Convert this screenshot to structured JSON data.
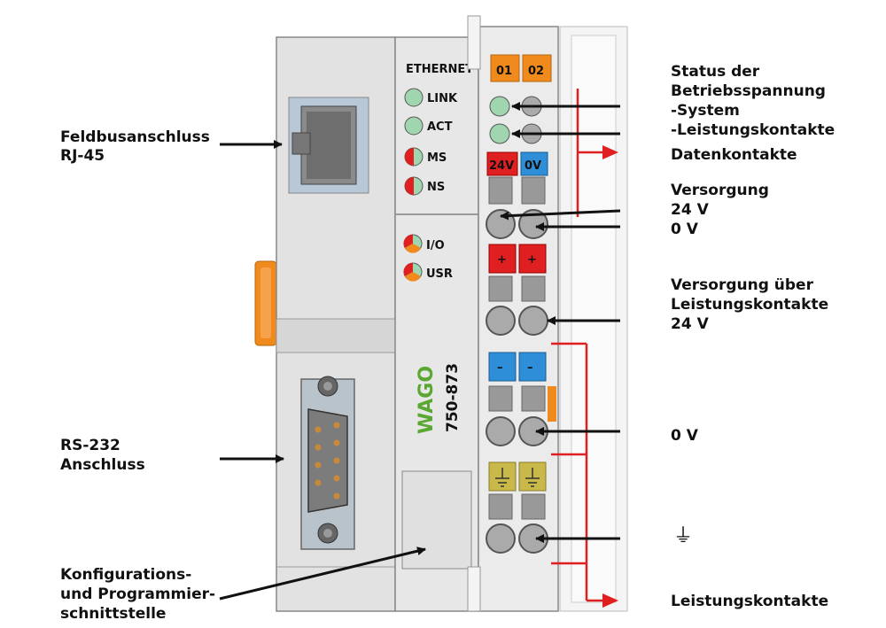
{
  "device": {
    "ethernet_label": "ETHERNET",
    "model": "750-873",
    "brand": "WAGO",
    "leds": {
      "link": "LINK",
      "act": "ACT",
      "ms": "MS",
      "ns": "NS",
      "io": "I/O",
      "usr": "USR"
    },
    "terminal_tags": {
      "tag1": "01",
      "tag2": "02",
      "v24": "24V",
      "v0": "0V",
      "plus": "+",
      "minus": "–"
    }
  },
  "labels": {
    "feldbus_1": "Feldbusanschluss",
    "feldbus_2": "RJ-45",
    "rs232_1": "RS-232",
    "rs232_2": "Anschluss",
    "konfig_1": "Konfigurations-",
    "konfig_2": "und Programmier-",
    "konfig_3": "schnittstelle",
    "status_1": "Status der",
    "status_2": "Betriebsspannung",
    "status_3": "-System",
    "status_4": "-Leistungskontakte",
    "datenkontakte": "Datenkontakte",
    "versorgung_1": "Versorgung",
    "versorgung_2": "24 V",
    "versorgung_3": "0 V",
    "vlk_1": "Versorgung über",
    "vlk_2": "Leistungskontakte",
    "vlk_3": "24 V",
    "zero_v": "0 V",
    "ground_symbol": "⏚",
    "leistungskontakte": "Leistungskontakte"
  },
  "colors": {
    "housing": "#e4e4e4",
    "housing_dark": "#cfcfcf",
    "led_green": "#9fd6b0",
    "red": "#e02020",
    "orange": "#f08a1c",
    "blue": "#2e8fd8",
    "ground_yellow": "#c9b84a",
    "wago_green": "#5aa832"
  }
}
